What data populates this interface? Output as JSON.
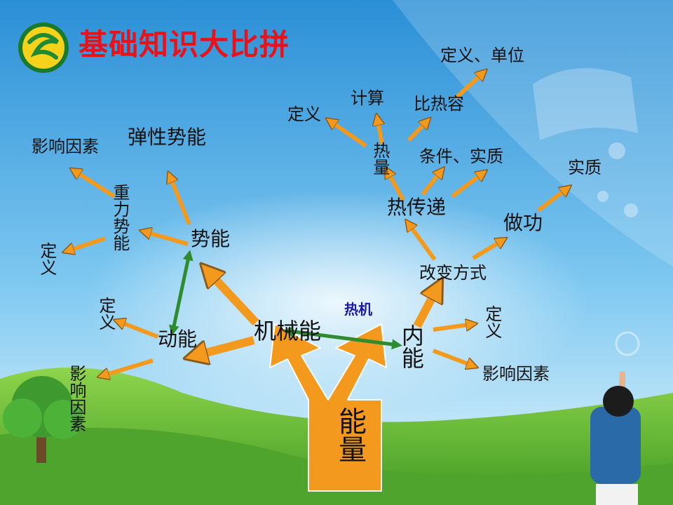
{
  "header": {
    "title": "基础知识大比拼"
  },
  "logo": {
    "icon": "school-logo-icon"
  },
  "root": {
    "label": "能量"
  },
  "mechanical": {
    "label": "机械能",
    "potential": "势能",
    "elastic": "弹性势能",
    "gravity": "重力势能",
    "gravity_definition": "定义",
    "gravity_factors": "影响因素",
    "kinetic": "动能",
    "kinetic_definition": "定义",
    "kinetic_factors": "影响因素"
  },
  "internal": {
    "label": "内能",
    "definition": "定义",
    "factors": "影响因素",
    "heat_engine": "热机",
    "change_methods": "改变方式",
    "work": "做功",
    "work_essence": "实质",
    "heat_transfer": "热传递",
    "transfer_conditions": "条件、实质",
    "heat": "热量",
    "heat_definition": "定义",
    "heat_calculation": "计算",
    "specific_heat": "比热容",
    "specific_heat_def_unit": "定义、单位"
  },
  "colors": {
    "arrow_orange": "#f39a1e",
    "arrow_green": "#2e8b2e",
    "title_red": "#e8121a",
    "sky_top": "#2b8fd6",
    "grass": "#6cc23a"
  }
}
